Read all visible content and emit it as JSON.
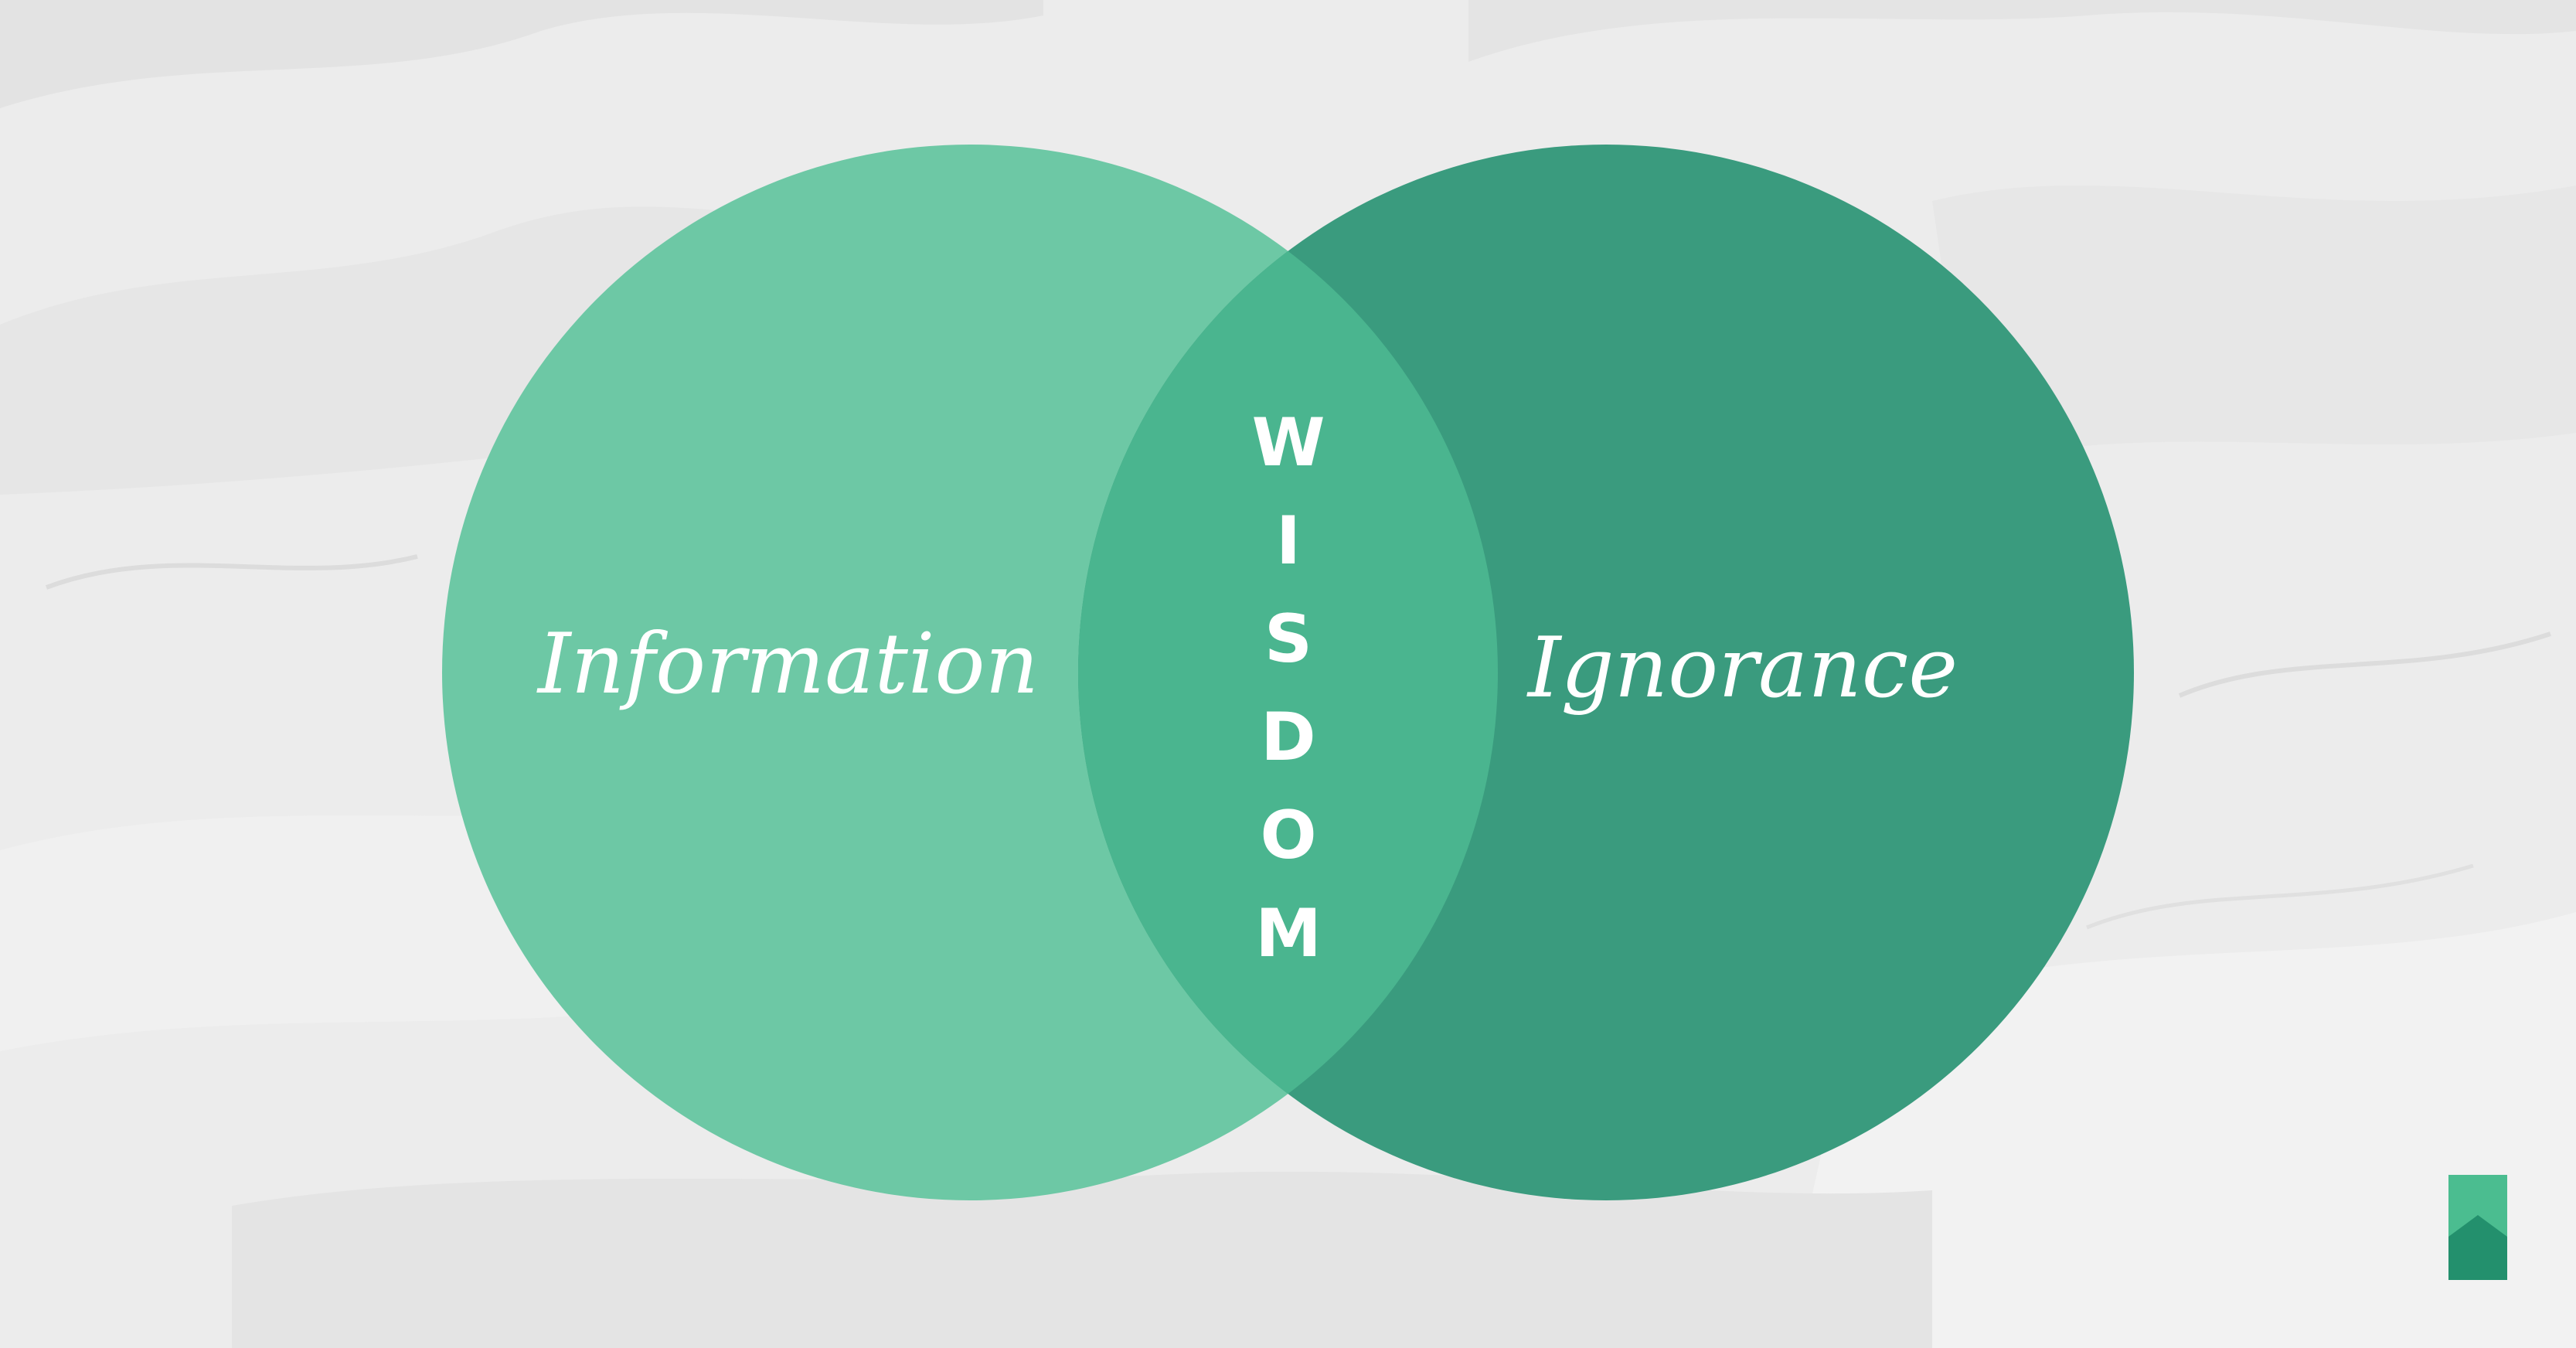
{
  "diagram": {
    "left_circle": {
      "label": "Information",
      "color": "#6dc8a5"
    },
    "right_circle": {
      "label": "Ignorance",
      "color": "#3a9b7e"
    },
    "intersection": {
      "label": "WISDOM",
      "color": "#4ab58f"
    }
  },
  "logo": {
    "icon": "bookmark-logo",
    "colors": [
      "#4bbd90",
      "#23906d"
    ]
  },
  "background": {
    "color": "#ececec"
  }
}
